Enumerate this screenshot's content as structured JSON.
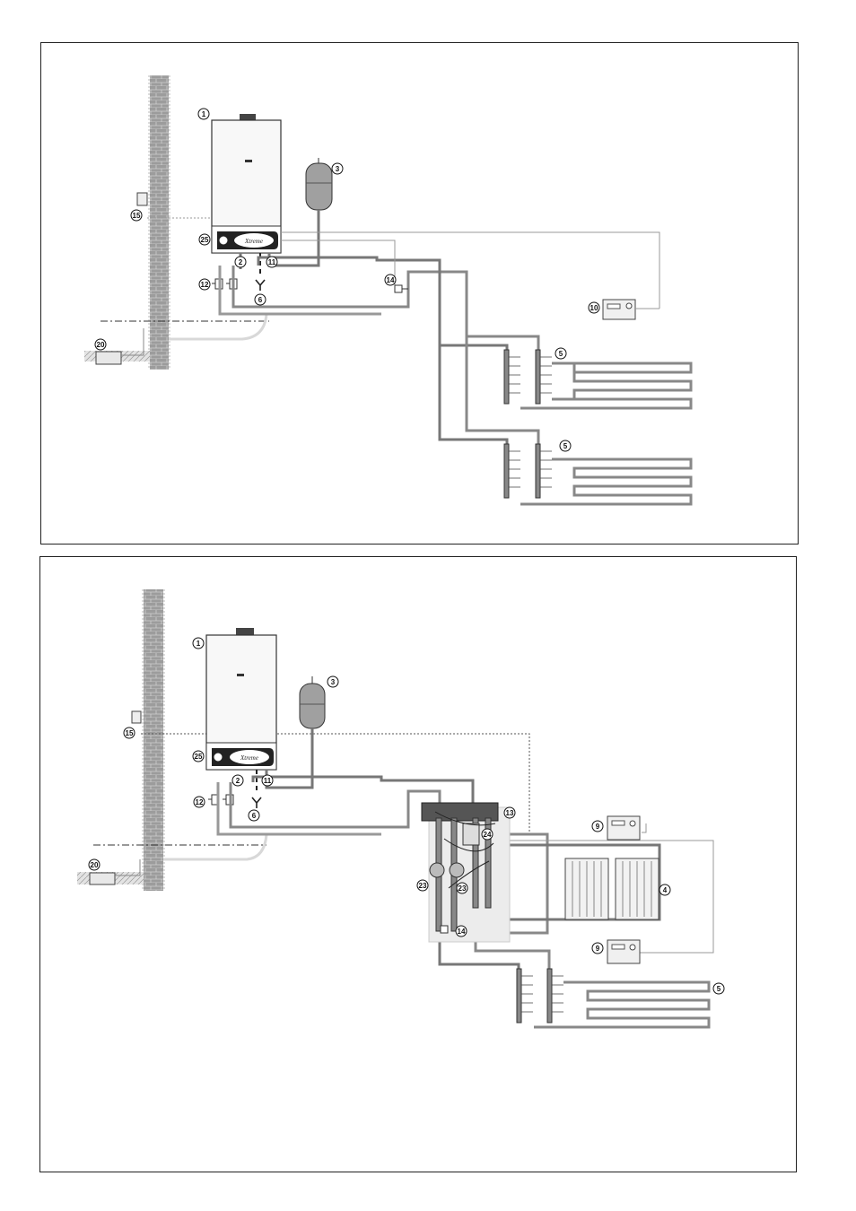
{
  "colors": {
    "pipe": "#8c8c8c",
    "pipe_dark": "#6e6e6e",
    "pipe_light": "#c8c8c8",
    "wall": "#9a9a9a",
    "line": "#222222"
  },
  "top_diagram": {
    "callouts": {
      "c1": "1",
      "c2": "2",
      "c3": "3",
      "c5a": "5",
      "c5b": "5",
      "c6": "6",
      "c10": "10",
      "c11": "11",
      "c12": "12",
      "c14": "14",
      "c15": "15",
      "c20": "20",
      "c25": "25"
    }
  },
  "bottom_diagram": {
    "callouts": {
      "c1": "1",
      "c2": "2",
      "c3": "3",
      "c4": "4",
      "c5": "5",
      "c6": "6",
      "c9a": "9",
      "c9b": "9",
      "c11": "11",
      "c12": "12",
      "c13": "13",
      "c14": "14",
      "c15": "15",
      "c20": "20",
      "c23a": "23",
      "c23b": "23",
      "c24": "24",
      "c25": "25"
    }
  }
}
